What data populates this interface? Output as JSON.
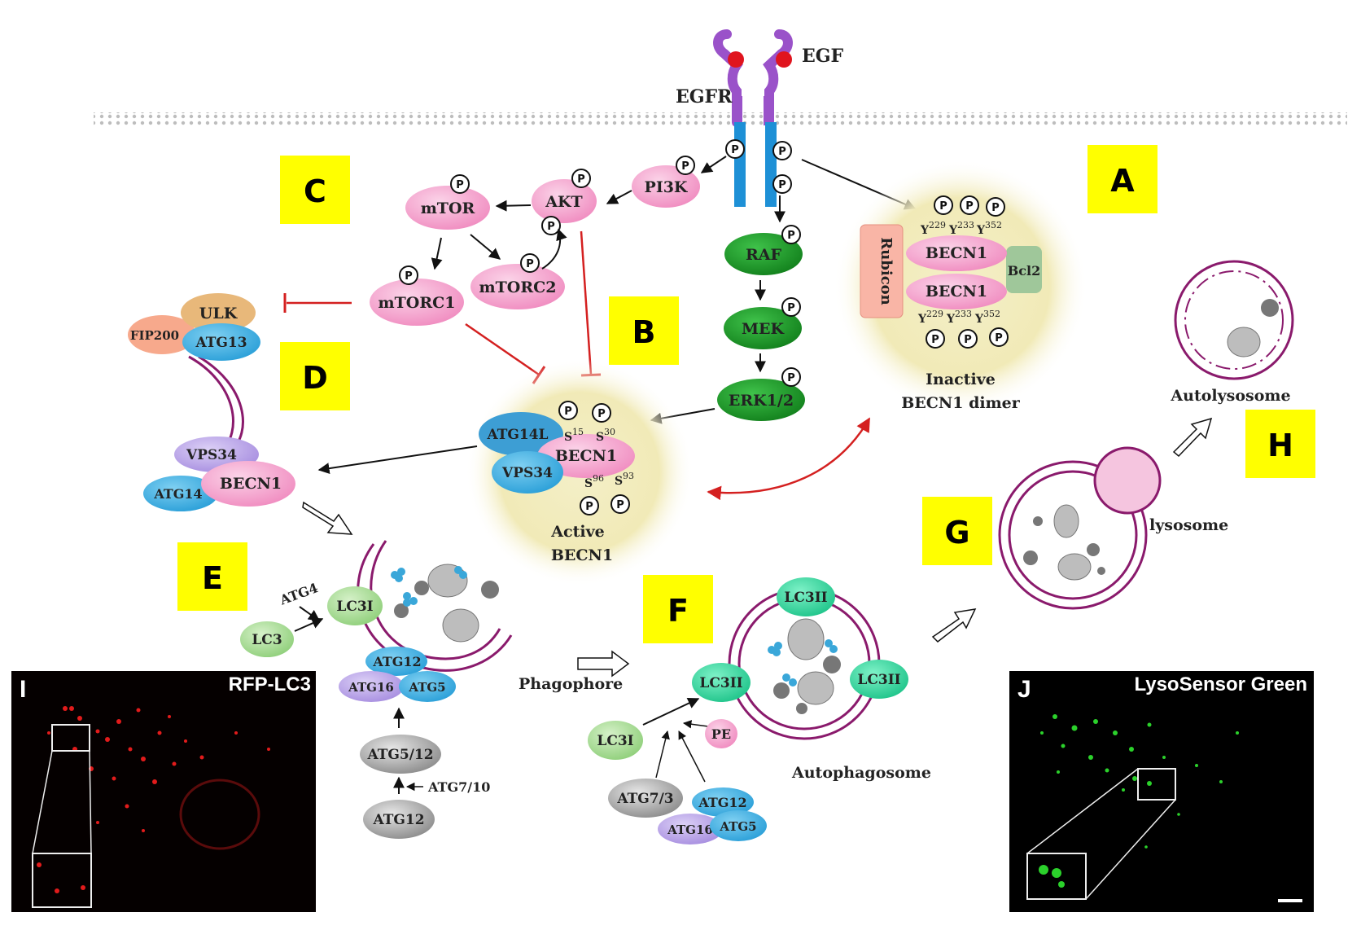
{
  "panels": {
    "A": "A",
    "B": "B",
    "C": "C",
    "D": "D",
    "E": "E",
    "F": "F",
    "G": "G",
    "H": "H",
    "I": "I",
    "J": "J"
  },
  "colors": {
    "panel_bg": "#ffff00",
    "pink": "#f6a9cf",
    "green": "#1f9e2a",
    "receptor_blue": "#1e90d6",
    "egf_purple": "#9a52c9",
    "inhibit_red": "#d42020",
    "membrane_purple": "#8a1a6c"
  },
  "receptor": {
    "ligand": "EGF",
    "receptor": "EGFR",
    "phospho": "P"
  },
  "mtor_path": {
    "pi3k": "PI3K",
    "akt": "AKT",
    "mtor": "mTOR",
    "mtorc1": "mTORC1",
    "mtorc2": "mTORC2"
  },
  "mapk_path": {
    "raf": "RAF",
    "mek": "MEK",
    "erk": "ERK1/2"
  },
  "inactive_dimer": {
    "rubicon": "Rubicon",
    "becn1_top": "BECN1",
    "becn1_bottom": "BECN1",
    "bcl2": "Bcl2",
    "site_y": "Y",
    "site1": "229",
    "site2": "233",
    "site3": "352",
    "label_line1": "Inactive",
    "label_line2": "BECN1 dimer"
  },
  "active_complex": {
    "atg14l": "ATG14L",
    "becn1": "BECN1",
    "vps34": "VPS34",
    "site_s": "S",
    "s15": "15",
    "s30": "30",
    "s96": "96",
    "s93": "93",
    "label_line1": "Active",
    "label_line2": "BECN1"
  },
  "ulk_complex": {
    "ulk": "ULK",
    "fip200": "FIP200",
    "atg13": "ATG13"
  },
  "pi3k_complex": {
    "vps34": "VPS34",
    "atg14": "ATG14",
    "becn1": "BECN1"
  },
  "phagophore": {
    "atg4": "ATG4",
    "lc3": "LC3",
    "lc3i": "LC3I",
    "atg12": "ATG12",
    "atg16": "ATG16",
    "atg5": "ATG5",
    "atg5_12": "ATG5/12",
    "atg7_10": "ATG7/10",
    "atg12_bottom": "ATG12",
    "label": "Phagophore"
  },
  "autophagosome": {
    "lc3ii_top": "LC3II",
    "lc3ii_left": "LC3II",
    "lc3ii_right": "LC3II",
    "lc3i": "LC3I",
    "pe": "PE",
    "atg7_3": "ATG7/3",
    "atg12": "ATG12",
    "atg16": "ATG16",
    "atg5": "ATG5",
    "label": "Autophagosome"
  },
  "lysosome": {
    "label": "lysosome"
  },
  "autolysosome": {
    "label": "Autolysosome"
  },
  "micrograph_i": {
    "title": "RFP-LC3"
  },
  "micrograph_j": {
    "title": "LysoSensor Green"
  }
}
